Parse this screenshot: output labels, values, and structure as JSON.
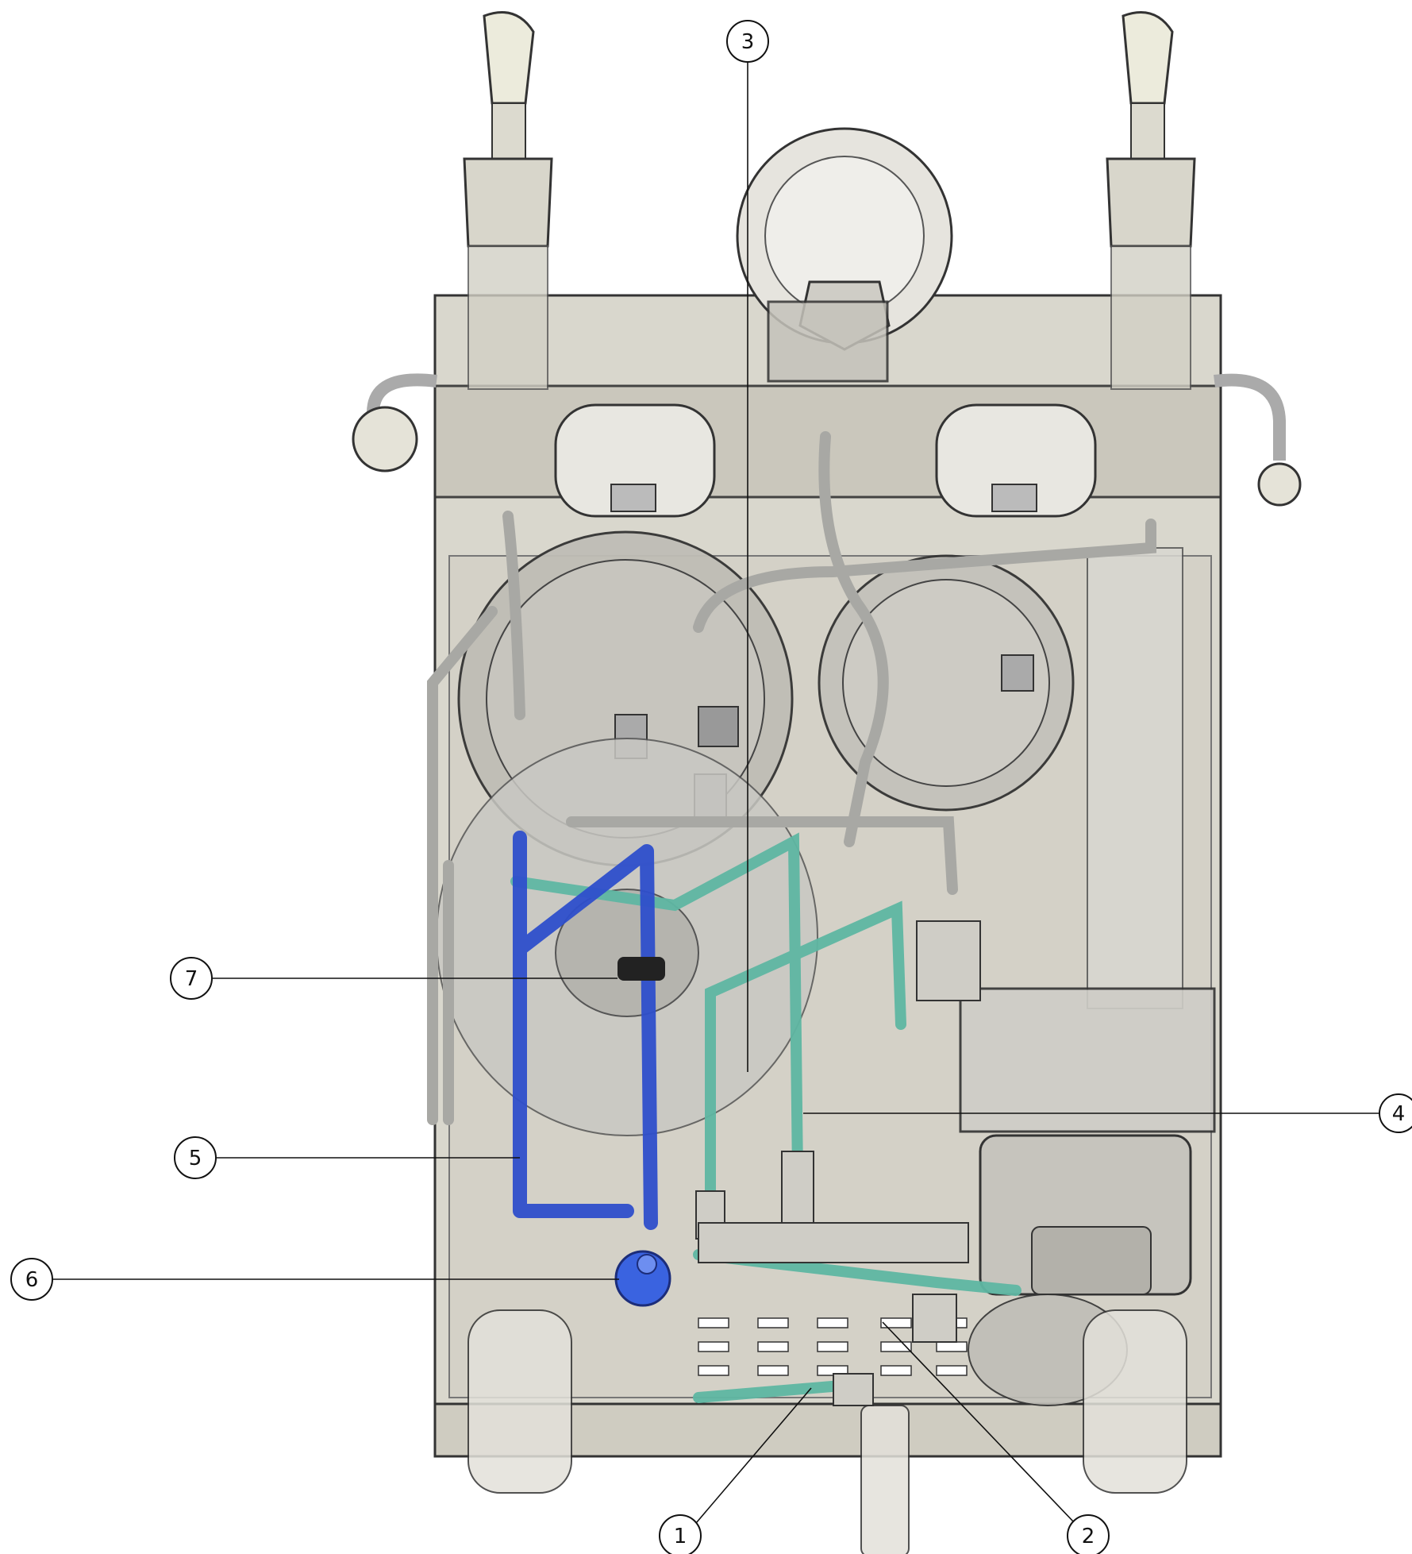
{
  "callouts": [
    {
      "id": "1",
      "label": "1"
    },
    {
      "id": "2",
      "label": "2"
    },
    {
      "id": "3",
      "label": "3"
    },
    {
      "id": "4",
      "label": "4"
    },
    {
      "id": "5",
      "label": "5"
    },
    {
      "id": "6",
      "label": "6"
    },
    {
      "id": "7",
      "label": "7"
    }
  ],
  "colors": {
    "housing": "#d2cfc4",
    "housing_dark": "#a9a699",
    "metal": "#bdbcb7",
    "tube_clear": "#c9c9c5",
    "tube_teal": "#7cc9b6",
    "tube_blue": "#3350c8",
    "outline": "#222222"
  }
}
